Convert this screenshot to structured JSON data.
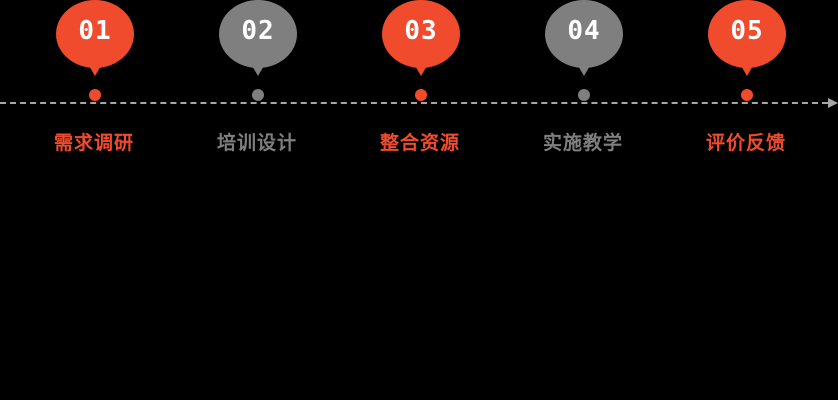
{
  "colors": {
    "accent": "#f04b2d",
    "neutral": "#7f7f7f",
    "line": "#a6a6a6",
    "background": "#000000"
  },
  "steps": [
    {
      "number": "01",
      "label": "需求调研",
      "color": "#f04b2d"
    },
    {
      "number": "02",
      "label": "培训设计",
      "color": "#7f7f7f"
    },
    {
      "number": "03",
      "label": "整合资源",
      "color": "#f04b2d"
    },
    {
      "number": "04",
      "label": "实施教学",
      "color": "#7f7f7f"
    },
    {
      "number": "05",
      "label": "评价反馈",
      "color": "#f04b2d"
    }
  ]
}
